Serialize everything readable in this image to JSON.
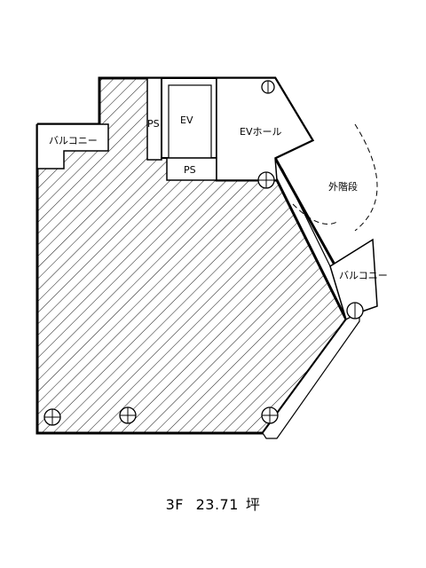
{
  "labels": {
    "balcony_left": "バルコニー",
    "ps_left": "PS",
    "ev": "EV",
    "ev_hall": "EVホール",
    "ps_bottom": "PS",
    "outer_stairs": "外階段",
    "balcony_right": "バルコニー"
  },
  "caption": {
    "floor": "3F",
    "area": "23.71",
    "unit": "坪"
  },
  "colors": {
    "line": "#000000",
    "background": "#ffffff"
  }
}
